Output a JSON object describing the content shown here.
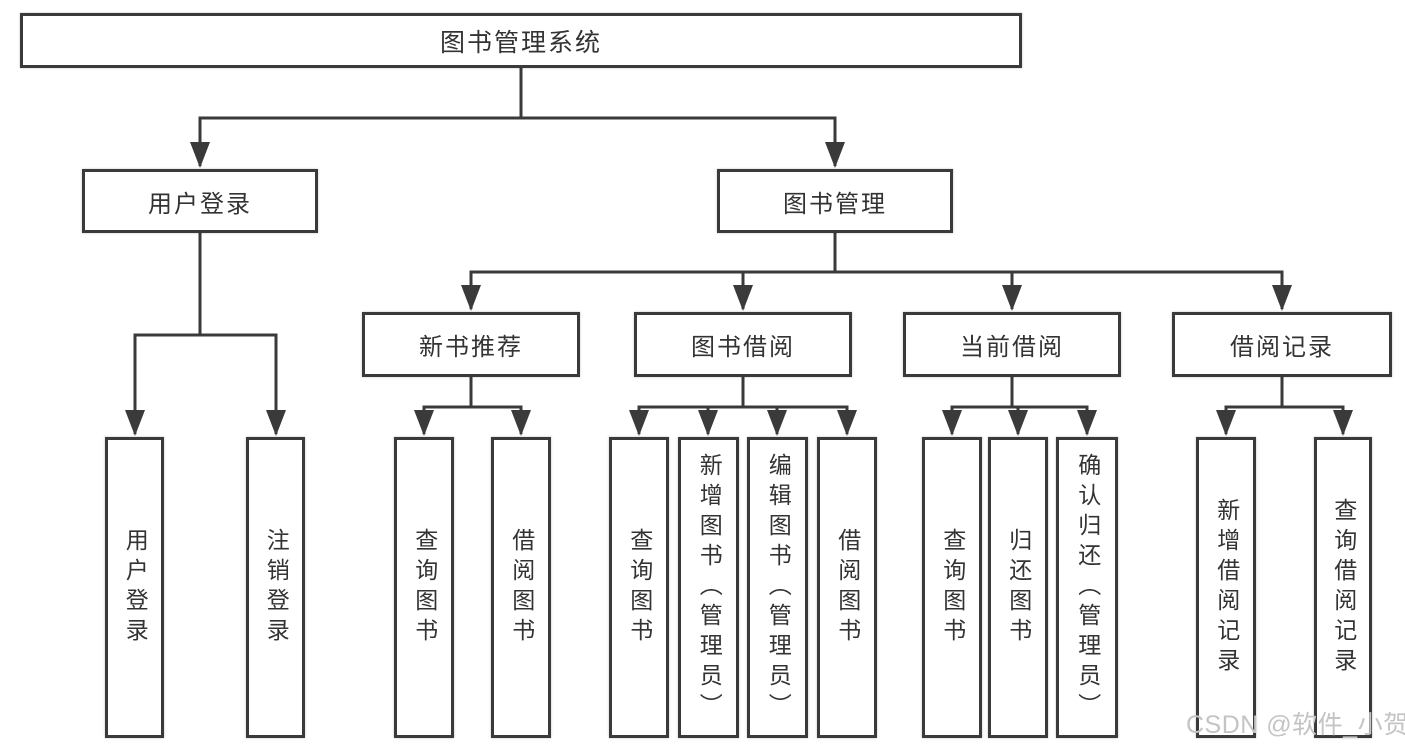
{
  "diagram": {
    "type": "hierarchy-tree",
    "root": {
      "label": "图书管理系统"
    },
    "branches": [
      {
        "label": "用户登录",
        "children": [
          {
            "label": "用户登录"
          },
          {
            "label": "注销登录"
          }
        ]
      },
      {
        "label": "图书管理",
        "children": [
          {
            "label": "新书推荐",
            "children": [
              {
                "label": "查询图书"
              },
              {
                "label": "借阅图书"
              }
            ]
          },
          {
            "label": "图书借阅",
            "children": [
              {
                "label": "查询图书"
              },
              {
                "label": "新增图书（管理员）"
              },
              {
                "label": "编辑图书（管理员）"
              },
              {
                "label": "借阅图书"
              }
            ]
          },
          {
            "label": "当前借阅",
            "children": [
              {
                "label": "查询图书"
              },
              {
                "label": "归还图书"
              },
              {
                "label": "确认归还（管理员）"
              }
            ]
          },
          {
            "label": "借阅记录",
            "children": [
              {
                "label": "新增借阅记录"
              },
              {
                "label": "查询借阅记录"
              }
            ]
          }
        ]
      }
    ]
  },
  "watermark": {
    "text": "CSDN @软件_小贺同学"
  },
  "colors": {
    "line": "#3a3a3a",
    "box_border": "#3a3a3a",
    "text": "#333333",
    "background": "#ffffff",
    "watermark": "#c4c4c4"
  }
}
